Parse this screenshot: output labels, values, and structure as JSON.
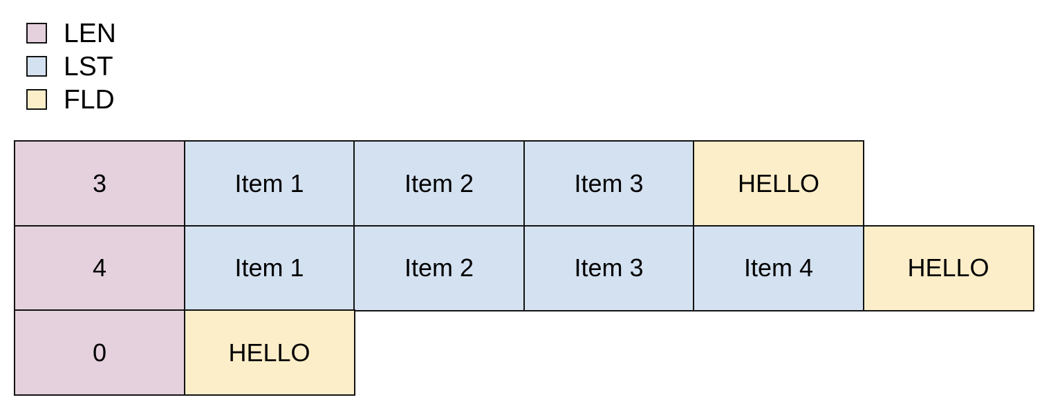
{
  "legend": {
    "items": [
      {
        "label": "LEN",
        "color": "#e4d1dd",
        "kind": "len"
      },
      {
        "label": "LST",
        "color": "#d4e1f0",
        "kind": "lst"
      },
      {
        "label": "FLD",
        "color": "#fbeec8",
        "kind": "fld"
      }
    ]
  },
  "palette": {
    "len": "#e4d1dd",
    "lst": "#d4e1f0",
    "fld": "#fbeec8",
    "border": "#111111",
    "background": "#ffffff",
    "text": "#000000"
  },
  "table": {
    "rows": [
      {
        "cells": [
          {
            "text": "3",
            "kind": "len"
          },
          {
            "text": "Item 1",
            "kind": "lst"
          },
          {
            "text": "Item 2",
            "kind": "lst"
          },
          {
            "text": "Item 3",
            "kind": "lst"
          },
          {
            "text": "HELLO",
            "kind": "fld"
          }
        ]
      },
      {
        "cells": [
          {
            "text": "4",
            "kind": "len"
          },
          {
            "text": "Item 1",
            "kind": "lst"
          },
          {
            "text": "Item 2",
            "kind": "lst"
          },
          {
            "text": "Item 3",
            "kind": "lst"
          },
          {
            "text": "Item 4",
            "kind": "lst"
          },
          {
            "text": "HELLO",
            "kind": "fld"
          }
        ]
      },
      {
        "cells": [
          {
            "text": "0",
            "kind": "len"
          },
          {
            "text": "HELLO",
            "kind": "fld"
          }
        ]
      }
    ]
  }
}
